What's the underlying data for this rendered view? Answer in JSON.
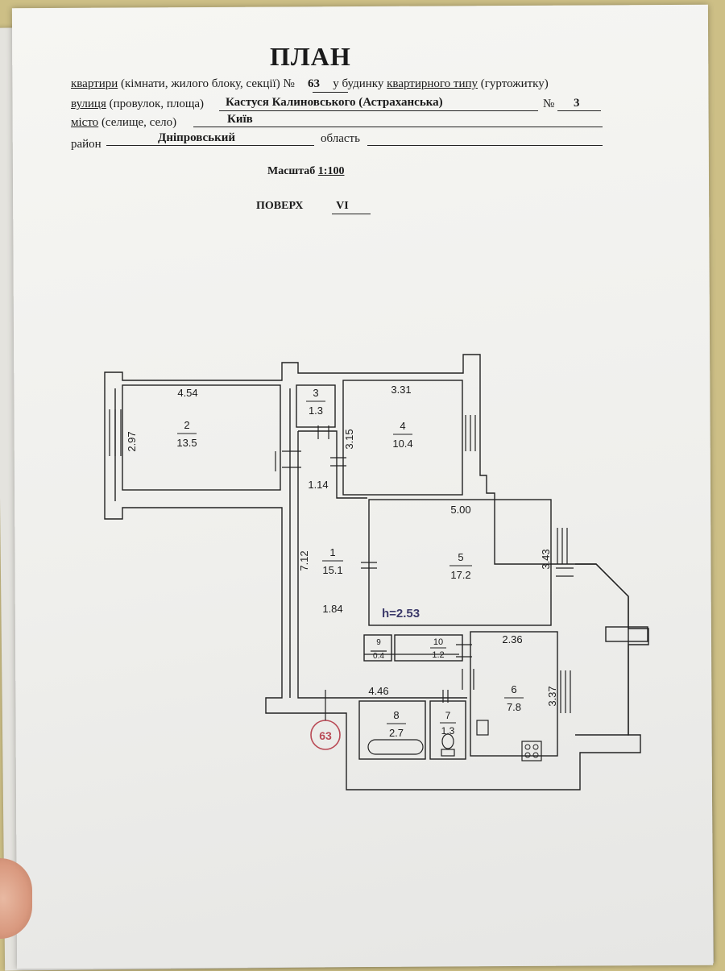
{
  "document": {
    "title": "ПЛАН",
    "line1": {
      "prefix_kvartyry": "квартири",
      "prefix_rest": "(кімнати, жилого блоку, секції) №",
      "number": "63",
      "suffix_a": "у будинку",
      "suffix_b": "квартирного типу",
      "suffix_c": "(гуртожитку)"
    },
    "line2": {
      "label_street": "вулиця",
      "label_rest": "(провулок, площа)",
      "street": "Кастуся Калиновського (Астраханська)",
      "no_label": "№",
      "house": "3"
    },
    "line3": {
      "label_city": "місто",
      "label_rest": "(селище, село)",
      "city": "Київ"
    },
    "line4": {
      "label_district": "район",
      "district": "Дніпровський",
      "label_region": "область"
    },
    "scale_label": "Масштаб",
    "scale_value": "1:100",
    "floor_label": "ПОВЕРХ",
    "floor_value": "VI"
  },
  "plan": {
    "rooms": [
      {
        "id": "1",
        "area": "15.1",
        "name": "room-1-hallway"
      },
      {
        "id": "2",
        "area": "13.5",
        "name": "room-2"
      },
      {
        "id": "3",
        "area": "1.3",
        "name": "room-3"
      },
      {
        "id": "4",
        "area": "10.4",
        "name": "room-4"
      },
      {
        "id": "5",
        "area": "17.2",
        "name": "room-5"
      },
      {
        "id": "6",
        "area": "7.8",
        "name": "room-6-kitchen"
      },
      {
        "id": "7",
        "area": "1.3",
        "name": "room-7-toilet"
      },
      {
        "id": "8",
        "area": "2.7",
        "name": "room-8-bathroom"
      },
      {
        "id": "9",
        "area": "0.4",
        "name": "room-9"
      },
      {
        "id": "10",
        "area": "1.2",
        "name": "room-10"
      }
    ],
    "dimensions": {
      "d_454": "4.54",
      "d_297": "2.97",
      "d_331": "3.31",
      "d_315": "3.15",
      "d_114": "1.14",
      "d_500": "5.00",
      "d_712": "7.12",
      "d_343": "3.43",
      "d_184": "1.84",
      "d_236": "2.36",
      "d_446": "4.46",
      "d_337": "3.37"
    },
    "height_label": "h=2.53",
    "apartment_marker": "63"
  }
}
